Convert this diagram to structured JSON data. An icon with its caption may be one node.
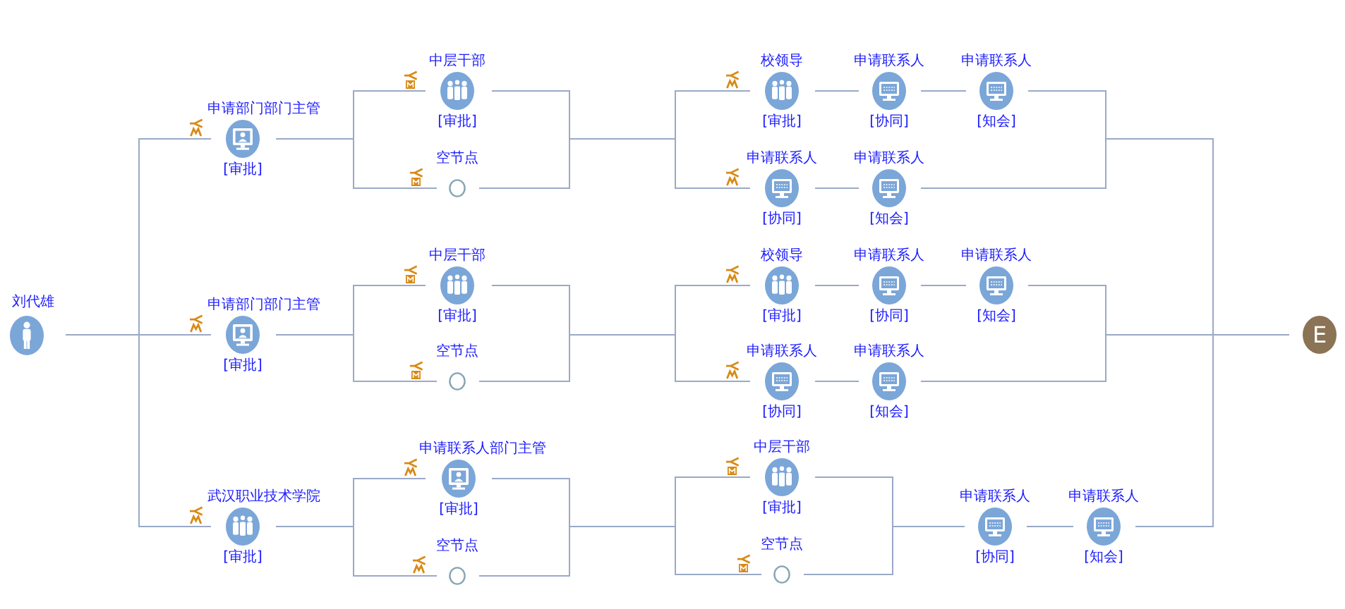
{
  "diagram": {
    "nodes": [
      {
        "text": [
          "刘代雄"
        ]
      },
      {
        "text": [
          "申请部门部门主管",
          "[审批]"
        ]
      },
      {
        "text": [
          "中层干部",
          "[审批]"
        ]
      },
      {
        "text": [
          "空节点"
        ]
      },
      {
        "text": [
          "校领导",
          "[审批]"
        ]
      },
      {
        "text": [
          "申请联系人",
          "[协同]"
        ]
      },
      {
        "text": [
          "申请联系人",
          "[知会]"
        ]
      },
      {
        "text": [
          "申请联系人",
          "[协同]"
        ]
      },
      {
        "text": [
          "申请联系人",
          "[知会]"
        ]
      },
      {
        "text": [
          "申请部门部门主管",
          "[审批]"
        ]
      },
      {
        "text": [
          "中层干部",
          "[审批]"
        ]
      },
      {
        "text": [
          "空节点"
        ]
      },
      {
        "text": [
          "校领导",
          "[审批]"
        ]
      },
      {
        "text": [
          "申请联系人",
          "[协同]"
        ]
      },
      {
        "text": [
          "申请联系人",
          "[知会]"
        ]
      },
      {
        "text": [
          "申请联系人",
          "[协同]"
        ]
      },
      {
        "text": [
          "申请联系人",
          "[知会]"
        ]
      },
      {
        "text": [
          "武汉职业技术学院",
          "[审批]"
        ]
      },
      {
        "text": [
          "申请联系人部门主管",
          "[审批]"
        ]
      },
      {
        "text": [
          "空节点"
        ]
      },
      {
        "text": [
          "中层干部",
          "[审批]"
        ]
      },
      {
        "text": [
          "空节点"
        ]
      },
      {
        "text": [
          "申请联系人",
          "[协同]"
        ]
      },
      {
        "text": [
          "申请联系人",
          "[知会]"
        ]
      },
      {
        "text": [
          "E"
        ]
      }
    ],
    "edges": [
      {
        "from": 0,
        "to": 1,
        "arrow": "none"
      },
      {
        "from": 0,
        "to": 9,
        "arrow": "none"
      },
      {
        "from": 0,
        "to": 17,
        "arrow": "none"
      },
      {
        "from": 1,
        "to": 2,
        "arrow": "none"
      },
      {
        "from": 1,
        "to": 3,
        "arrow": "none"
      },
      {
        "from": 2,
        "to": 4,
        "arrow": "none"
      },
      {
        "from": 2,
        "to": 7,
        "arrow": "none"
      },
      {
        "from": 3,
        "to": 4,
        "arrow": "none"
      },
      {
        "from": 3,
        "to": 7,
        "arrow": "none"
      },
      {
        "from": 4,
        "to": 5,
        "arrow": "none"
      },
      {
        "from": 5,
        "to": 6,
        "arrow": "none"
      },
      {
        "from": 7,
        "to": 8,
        "arrow": "none"
      },
      {
        "from": 6,
        "to": 24,
        "arrow": "none"
      },
      {
        "from": 8,
        "to": 24,
        "arrow": "none"
      },
      {
        "from": 9,
        "to": 10,
        "arrow": "none"
      },
      {
        "from": 9,
        "to": 11,
        "arrow": "none"
      },
      {
        "from": 10,
        "to": 12,
        "arrow": "none"
      },
      {
        "from": 10,
        "to": 15,
        "arrow": "none"
      },
      {
        "from": 11,
        "to": 12,
        "arrow": "none"
      },
      {
        "from": 11,
        "to": 15,
        "arrow": "none"
      },
      {
        "from": 12,
        "to": 13,
        "arrow": "none"
      },
      {
        "from": 13,
        "to": 14,
        "arrow": "none"
      },
      {
        "from": 15,
        "to": 16,
        "arrow": "none"
      },
      {
        "from": 14,
        "to": 24,
        "arrow": "none"
      },
      {
        "from": 16,
        "to": 24,
        "arrow": "none"
      },
      {
        "from": 17,
        "to": 18,
        "arrow": "none"
      },
      {
        "from": 17,
        "to": 19,
        "arrow": "none"
      },
      {
        "from": 18,
        "to": 20,
        "arrow": "none"
      },
      {
        "from": 18,
        "to": 21,
        "arrow": "none"
      },
      {
        "from": 19,
        "to": 20,
        "arrow": "none"
      },
      {
        "from": 19,
        "to": 21,
        "arrow": "none"
      },
      {
        "from": 20,
        "to": 22,
        "arrow": "none"
      },
      {
        "from": 21,
        "to": 22,
        "arrow": "none"
      },
      {
        "from": 22,
        "to": 23,
        "arrow": "none"
      },
      {
        "from": 23,
        "to": 24,
        "arrow": "none"
      }
    ]
  }
}
